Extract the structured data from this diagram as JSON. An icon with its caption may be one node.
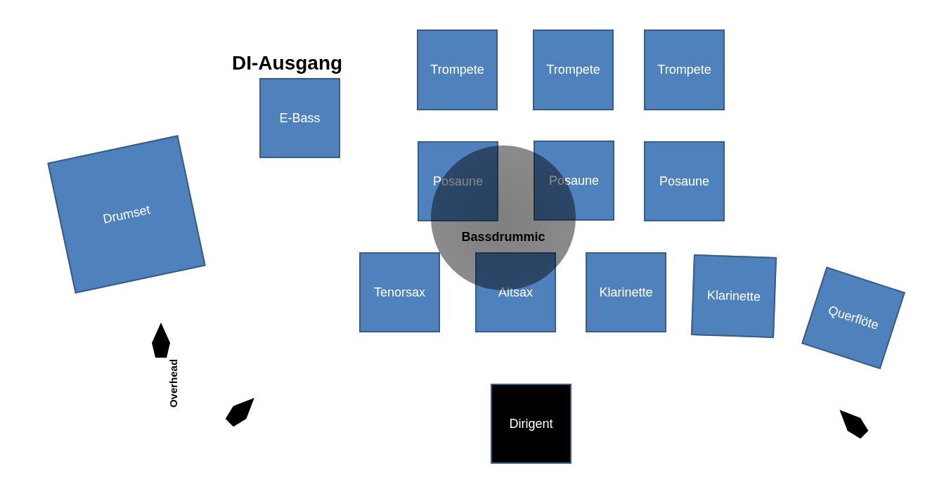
{
  "diagram": {
    "nodes": [
      {
        "text": [
          "DI-Ausgang",
          "E-Bass"
        ]
      },
      {
        "text": [
          "Trompete"
        ]
      },
      {
        "text": [
          "Trompete"
        ]
      },
      {
        "text": [
          "Trompete"
        ]
      },
      {
        "text": [
          "Drumset"
        ]
      },
      {
        "text": [
          "Posaune"
        ]
      },
      {
        "text": [
          "Posaune"
        ]
      },
      {
        "text": [
          "Posaune"
        ]
      },
      {
        "text": [
          "Bassdrummic"
        ]
      },
      {
        "text": [
          "Tenorsax"
        ]
      },
      {
        "text": [
          "Altsax"
        ]
      },
      {
        "text": [
          "Klarinette"
        ]
      },
      {
        "text": [
          "Klarinette"
        ]
      },
      {
        "text": [
          "Querflöte"
        ]
      },
      {
        "text": [],
        "shape": "pentagon",
        "beside": [
          "Overhead"
        ]
      },
      {
        "text": [],
        "shape": "pentagon"
      },
      {
        "text": [
          "Dirigent"
        ]
      },
      {
        "text": [],
        "shape": "pentagon"
      }
    ]
  }
}
